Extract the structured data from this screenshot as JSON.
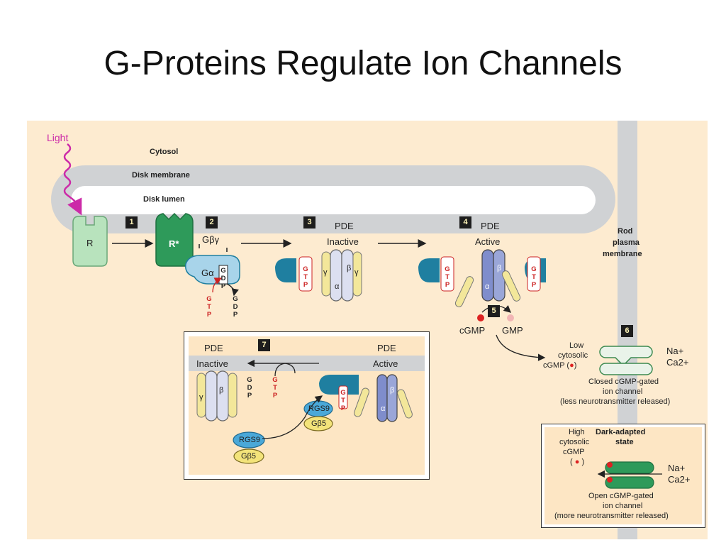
{
  "title": "G-Proteins Regulate Ion Channels",
  "labels": {
    "light": "Light",
    "cytosol": "Cytosol",
    "disk_membrane": "Disk membrane",
    "disk_lumen": "Disk lumen",
    "rod_plasma_membrane": [
      "Rod",
      "plasma",
      "membrane"
    ],
    "r": "R",
    "r_star": "R*",
    "g_beta_gamma": "Gβγ",
    "g_alpha": "Gα",
    "pde": "PDE",
    "inactive": "Inactive",
    "active": "Active",
    "gtp": [
      "G",
      "T",
      "P"
    ],
    "gdp": [
      "G",
      "D",
      "P"
    ],
    "gamma": "γ",
    "beta": "β",
    "alpha": "α",
    "cgmp": "cGMP",
    "gmp": "GMP",
    "low_cgmp": [
      "Low",
      "cytosolic",
      "cGMP ("
    ],
    "na": "Na+",
    "ca": "Ca2+",
    "closed_channel": [
      "Closed cGMP-gated",
      "ion channel",
      "(less neurotransmitter released)"
    ],
    "high_cgmp": [
      "High",
      "cytosolic",
      "cGMP"
    ],
    "paren_dot": "( ● )",
    "dark_adapted": [
      "Dark-adapted",
      "state"
    ],
    "open_channel": [
      "Open cGMP-gated",
      "ion channel",
      "(more neurotransmitter released)"
    ],
    "rgs9": "RGS9",
    "gb5": "Gβ5"
  },
  "steps": [
    "1",
    "2",
    "3",
    "4",
    "5",
    "6",
    "7"
  ],
  "colors": {
    "panel": "#fdebd0",
    "membrane": "#d0d2d4",
    "rhodopsin": "#8fcf9a",
    "rhodopsin_active": "#2e9a5a",
    "g_protein": "#a8d4ea",
    "pde_catalytic": "#1f7fa0",
    "pde_alpha": "#9aa6d8",
    "pde_gamma": "#f3e79a",
    "gtp_text": "#cc2222",
    "light_arrow": "#cc2aa8",
    "cgmp_dot": "#dd2222"
  }
}
